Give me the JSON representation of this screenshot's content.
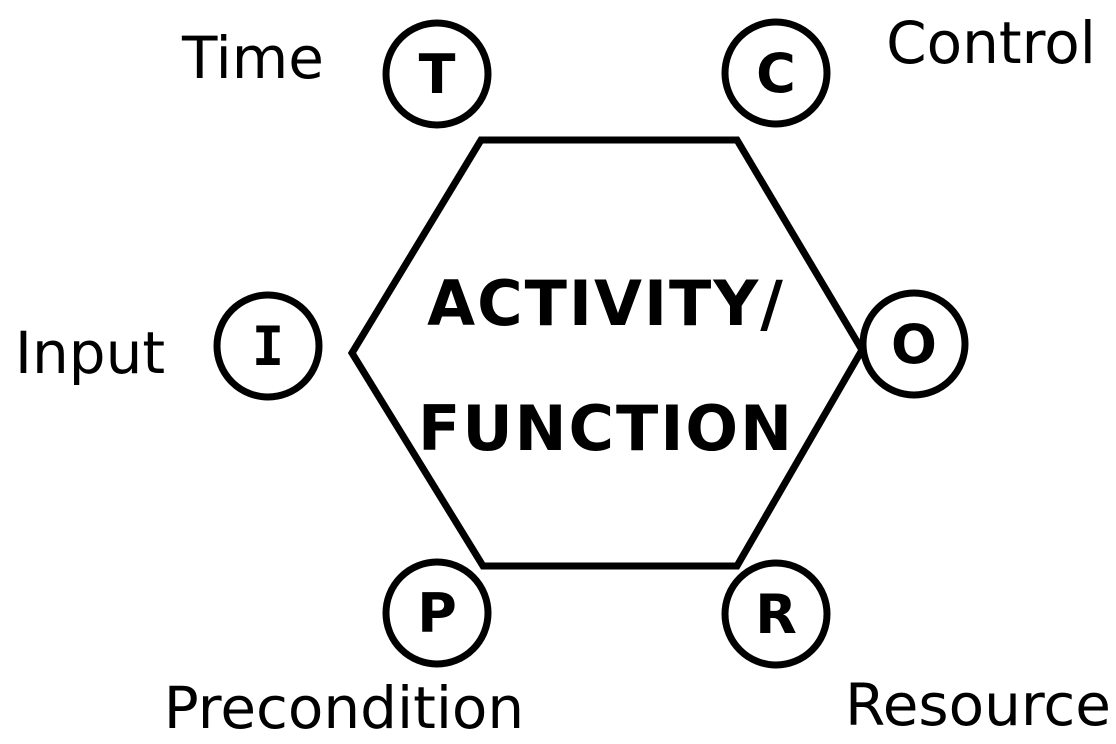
{
  "diagram": {
    "center_text": {
      "line1": "ACTIVITY/",
      "line2": "FUNCTION"
    },
    "nodes": [
      {
        "id": "time",
        "letter": "T",
        "label": "Time"
      },
      {
        "id": "control",
        "letter": "C",
        "label": "Control"
      },
      {
        "id": "input",
        "letter": "I",
        "label": "Input"
      },
      {
        "id": "output",
        "letter": "O"
      },
      {
        "id": "precondition",
        "letter": "P",
        "label": "Precondition"
      },
      {
        "id": "resource",
        "letter": "R",
        "label": "Resource"
      }
    ],
    "colors": {
      "line": "#000000",
      "text": "#000000",
      "background": "#ffffff"
    }
  }
}
